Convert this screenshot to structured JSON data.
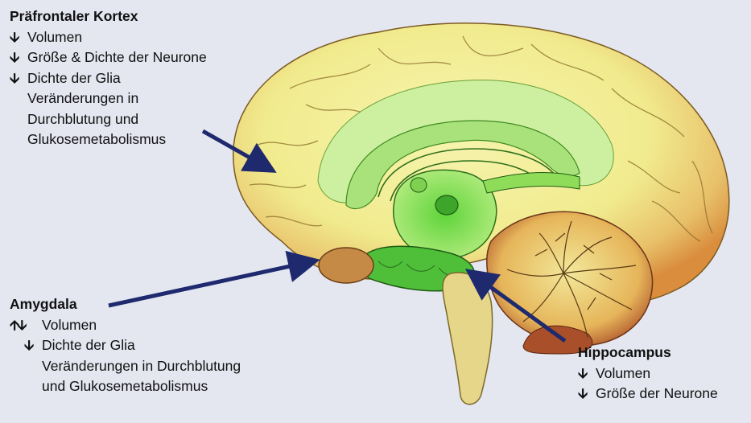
{
  "prefrontal": {
    "title": "Präfrontaler Kortex",
    "line1_arrow": "🡫",
    "line1": "Volumen",
    "line2": "Größe & Dichte der Neurone",
    "line3": "Dichte der Glia",
    "line4": "Veränderungen in",
    "line5": "Durchblutung und",
    "line6": "Glukosemetabolismus"
  },
  "amygdala": {
    "title": "Amygdala",
    "line1": "Volumen",
    "line2": "Dichte der Glia",
    "line3": "Veränderungen in Durchblutung",
    "line4": "und Glukosemetabolismus"
  },
  "hippocampus": {
    "title": "Hippocampus",
    "line1": "Volumen",
    "line2": "Größe der Neurone"
  },
  "arrows": {
    "down": "🡫",
    "updown": "🡩🡫"
  },
  "colors": {
    "background": "#e4e6f0",
    "cortex": "#f3ef9e",
    "limbic": "#8fdc59",
    "cerebellum_outer": "#a9502a",
    "pointer": "#1f2a6e"
  }
}
